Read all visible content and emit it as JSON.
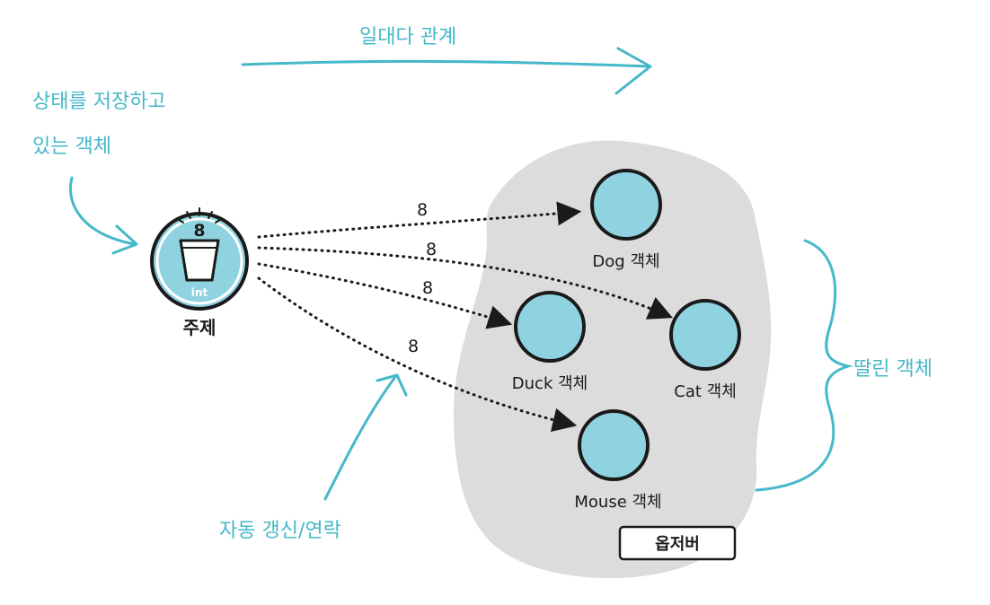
{
  "annotations": {
    "one_to_many": "일대다 관계",
    "stateful_line1": "상태를 저장하고",
    "stateful_line2": "있는 객체",
    "auto_update": "자동 갱신/연락",
    "dependent": "딸린 객체"
  },
  "subject": {
    "label": "주제",
    "value": "8",
    "type": "int"
  },
  "observer_group": {
    "label": "옵저버"
  },
  "observers": [
    {
      "label": "Dog 객체",
      "message": "8"
    },
    {
      "label": "Cat 객체",
      "message": "8"
    },
    {
      "label": "Duck 객체",
      "message": "8"
    },
    {
      "label": "Mouse 객체",
      "message": "8"
    }
  ],
  "colors": {
    "accent": "#45b8c9",
    "node_fill": "#8fd3e0",
    "blob_fill": "#dcdcdd",
    "ink": "#1a1a1a"
  }
}
